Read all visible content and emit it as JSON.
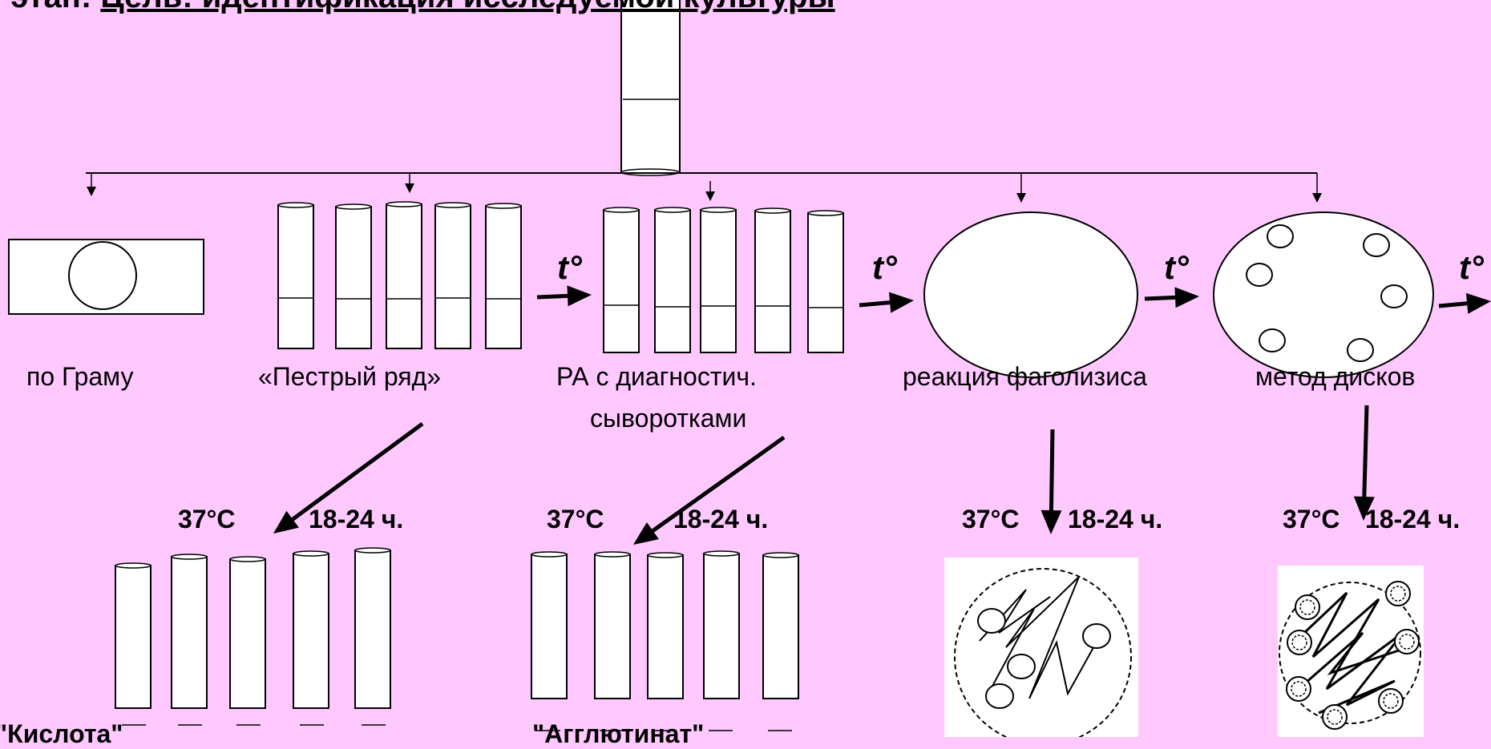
{
  "header": {
    "prefix": "II этап:",
    "title": "Цель: идентификация исследуемой культуры"
  },
  "top_labels": {
    "gram": "по Граму",
    "motley": "«Пестрый ряд»",
    "ra_line1": "РА с диагностич.",
    "ra_line2": "сыворотками",
    "phagolysis": "реакция фаголизиса",
    "disks": "метод дисков"
  },
  "temperature_symbol": "t°",
  "incubation": {
    "temp": "37°С",
    "time": "18-24 ч."
  },
  "bottom_labels": {
    "left": "\"Кислота\"",
    "middle": "\"Агглютинат\""
  }
}
